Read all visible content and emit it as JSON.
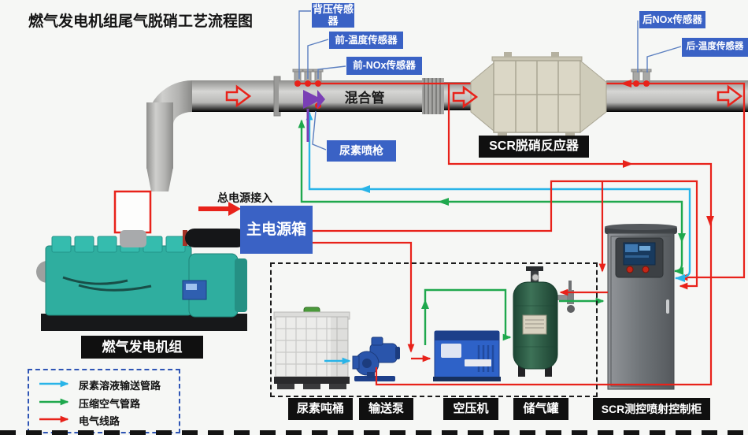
{
  "title": "燃气发电机组尾气脱硝工艺流程图",
  "sensors": {
    "back_pressure": "背压传感器",
    "front_temp": "前-温度传感器",
    "front_nox": "前-NOx传感器",
    "rear_nox": "后NOx传感器",
    "rear_temp": "后-温度传感器"
  },
  "components": {
    "mixing_pipe": "混合管",
    "urea_injector": "尿素喷枪",
    "scr_reactor": "SCR脱硝反应器",
    "main_power_box": "主电源箱",
    "main_power_input": "总电源接入",
    "generator": "燃气发电机组",
    "urea_tote": "尿素吨桶",
    "transfer_pump": "输送泵",
    "air_compressor": "空压机",
    "air_tank": "储气罐",
    "scr_control_cabinet": "SCR测控喷射控制柜"
  },
  "legend": {
    "items": [
      {
        "label": "尿素溶液输送管路",
        "color": "#29b4e8"
      },
      {
        "label": "压缩空气管路",
        "color": "#1fa84d"
      },
      {
        "label": "电气线路",
        "color": "#e8221a"
      }
    ]
  },
  "colors": {
    "urea_line": "#29b4e8",
    "air_line": "#1fa84d",
    "electric_line": "#e8221a",
    "label_blue": "#3a62c5",
    "label_black": "#101010",
    "injector_purple": "#7a3fb5",
    "background": "#f6f7f5"
  }
}
